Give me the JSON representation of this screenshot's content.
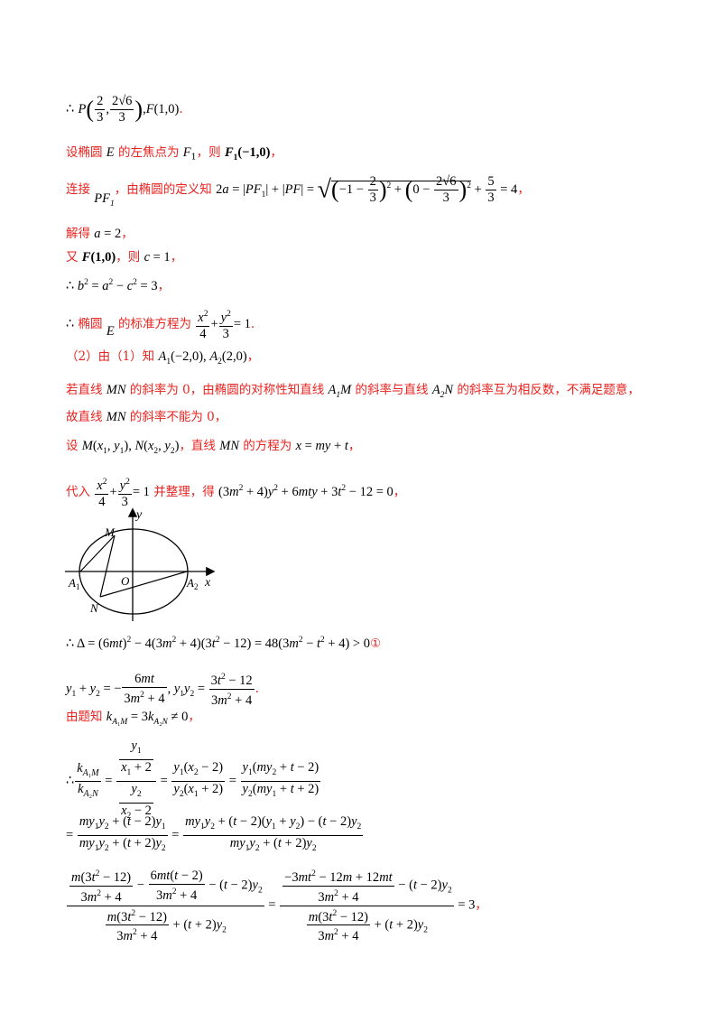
{
  "lines": {
    "l1": "∴ P(2/3, 2√6/3), F(1,0).",
    "l2": "设椭圆 E 的左焦点为 F₁，则 F₁(−1,0)，",
    "l3": "连接 PF₁，由椭圆的定义知 2a = |PF₁| + |PF| = √((−1 − 2/3)² + (0 − 2√6/3)²) + 5/3 = 4，",
    "l4": "解得 a = 2，",
    "l5": "又 F(1,0)，则 c = 1，",
    "l6": "∴ b² = a² − c² = 3，",
    "l7": "∴ 椭圆 E 的标准方程为 x²/4 + y²/3 = 1.",
    "l8": "（2）由（1）知 A₁(−2,0), A₂(2,0)，",
    "l9": "若直线 MN 的斜率为 0，由椭圆的对称性知直线 A₁M 的斜率与直线 A₂N 的斜率互为相反数，不满足题意，",
    "l10": "故直线 MN 的斜率不能为 0，",
    "l11": "设 M(x₁, y₁), N(x₂, y₂)，直线 MN 的方程为 x = my + t，",
    "l12": "代入 x²/4 + y²/3 = 1 并整理，得 (3m² + 4)y² + 6mty + 3t² − 12 = 0，",
    "l13": "∴ Δ = (6mt)² − 4(3m² + 4)(3t² − 12) = 48(3m² − t² + 4) > 0 ①",
    "l14": "y₁ + y₂ = −6mt/(3m² + 4), y₁y₂ = (3t² − 12)/(3m² + 4).",
    "l15": "由题知 k_{A₁M} = 3k_{A₂N} ≠ 0，",
    "l16": "∴ k_{A₁M}/k_{A₂N} = [y₁/(x₁ + 2)]/[y₂/(x₂ − 2)] = y₁(x₂ − 2)/(y₂(x₁ + 2)) = y₁(my₂ + t − 2)/(y₂(my₁ + t + 2))",
    "l17": "= (my₁y₂ + (t − 2)y₁)/(my₁y₂ + (t + 2)y₂) = (my₁y₂ + (t − 2)(y₁ + y₂) − (t − 2)y₂)/(my₁y₂ + (t + 2)y₂)",
    "l18": "= [m(3t² − 12)/(3m² + 4) − 6mt(t − 2)/(3m² + 4) − (t − 2)y₂]/[m(3t² − 12)/(3m² + 4) + (t + 2)y₂] = [(−3mt² − 12m + 12mt)/(3m² + 4) − (t − 2)y₂]/[m(3t² − 12)/(3m² + 4) + (t + 2)y₂] = 3，"
  },
  "figure": {
    "labels": {
      "y": "y",
      "x": "x",
      "M": "M",
      "N": "N",
      "O": "O",
      "A1": "A",
      "A1_sub": "1",
      "A2": "A",
      "A2_sub": "2"
    }
  }
}
